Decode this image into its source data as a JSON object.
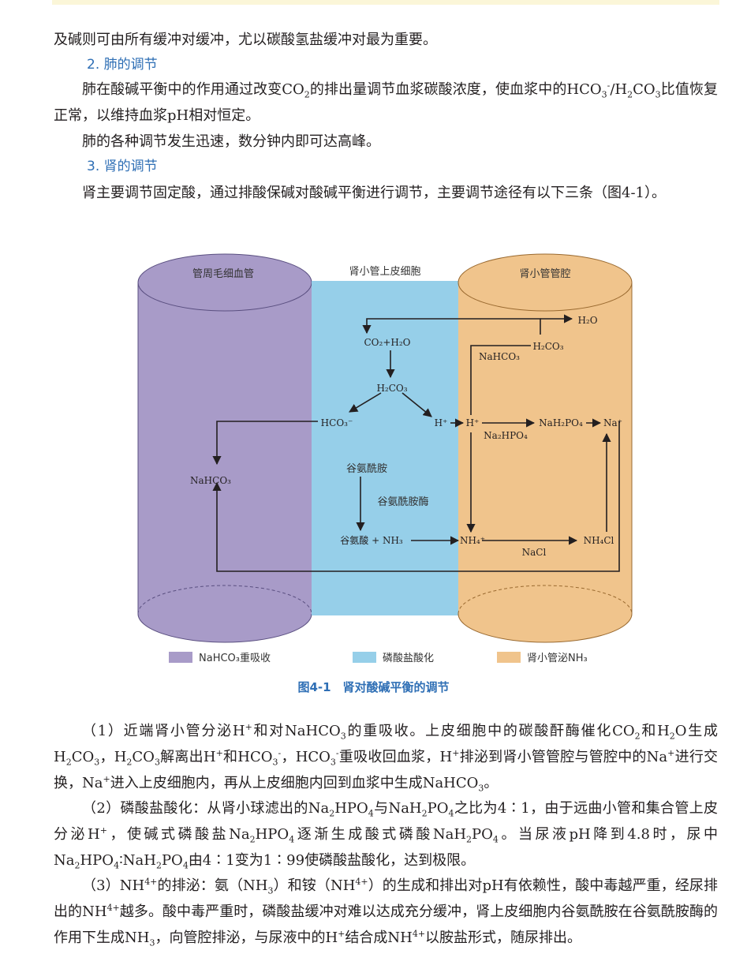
{
  "text": {
    "p0": "及碱则可由所有缓冲对缓冲，尤以碳酸氢盐缓冲对最为重要。",
    "h2": "2. 肺的调节",
    "p1a": "肺在酸碱平衡中的作用通过改变",
    "p1b": "的排出量调节血浆碳酸浓度，使血浆中的",
    "p1c": "比值恢复正常，以维持血浆",
    "p1d": "相对恒定。",
    "p2": "肺的各种调节发生迅速，数分钟内即可达高峰。",
    "h3": "3. 肾的调节",
    "p3": "肾主要调节固定酸，通过排酸保碱对酸碱平衡进行调节，主要调节途径有以下三条（图4-1）。",
    "p4a": "（1）近端肾小管分泌",
    "p4b": "和对",
    "p4c": "的重吸收。上皮细胞中的碳酸酐酶催化",
    "p4d": "和",
    "p4e": "生成",
    "p4f": "，",
    "p4g": "解离出",
    "p4h": "和",
    "p4i": "，",
    "p4j": "重吸收回血浆，",
    "p4k": "排泌到肾小管管腔与管腔中的",
    "p4l": "进行交换，",
    "p4m": "进入上皮细胞内，再从上皮细胞内回到血浆中生成",
    "p4n": "。",
    "p5a": "（2）磷酸盐酸化：从肾小球滤出的",
    "p5b": "与",
    "p5c": "之比为4∶1，由于远曲小管和集合管上皮分泌",
    "p5d": "，使碱式磷酸盐",
    "p5e": "逐渐生成酸式磷酸",
    "p5f": "。当尿液pH降到4.8时，尿中",
    "p5g": "由4∶1变为1∶99使磷酸盐酸化，达到极限。",
    "p6a": "（3）",
    "p6b": "的排泌：氨（",
    "p6c": "）和铵（",
    "p6d": "）的生成和排出对pH有依赖性，酸中毒越严重，经尿排出的",
    "p6e": "越多。酸中毒严重时，磷酸盐缓冲对难以达成充分缓冲，肾上皮细胞内谷氨酰胺在谷氨酰胺酶的作用下生成",
    "p6f": "，向管腔排泌，与尿液中的",
    "p6g": "结合成",
    "p6h": "以胺盐形式，随尿排出。"
  },
  "diagram": {
    "label_left": "管周毛细血管",
    "label_middle": "肾小管上皮细胞",
    "label_right": "肾小管管腔",
    "co2_h2o": "CO₂+H₂O",
    "h2co3": "H₂CO₃",
    "hco3": "HCO₃⁻",
    "h_mid": "H⁺",
    "h_right": "H⁺",
    "nahco3_left": "NaHCO₃",
    "nahco3_right": "NaHCO₃",
    "h2co3_right": "H₂CO₃",
    "h2o": "H₂O",
    "na2hpo4": "Na₂HPO₄",
    "nah2po4": "NaH₂PO₄",
    "na": "Na⁺",
    "glutamine": "谷氨酰胺",
    "glutaminase": "谷氨酰胺酶",
    "glutamate_nh3": "谷氨酸 + NH₃",
    "nh4": "NH₄⁺",
    "nacl": "NaCl",
    "nh4cl": "NH₄Cl",
    "colors": {
      "left": "#a89bc8",
      "middle": "#96cfe9",
      "right": "#f0c48c"
    }
  },
  "legend": [
    {
      "label": "NaHCO₃重吸收",
      "color": "#a89bc8"
    },
    {
      "label": "磷酸盐酸化",
      "color": "#96cfe9"
    },
    {
      "label": "肾小管泌NH₃",
      "color": "#f0c48c"
    }
  ],
  "caption": "图4-1　肾对酸碱平衡的调节"
}
